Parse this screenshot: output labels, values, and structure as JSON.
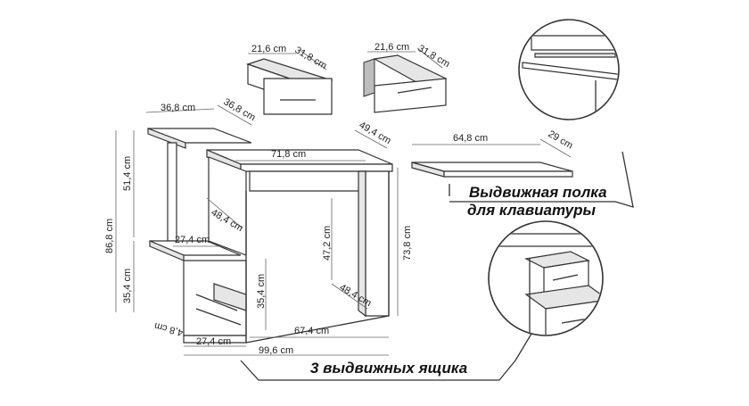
{
  "dimensions": {
    "drawer1_width": "21,6 cm",
    "drawer1_depth": "31,8 cm",
    "drawer2_width": "21,6 cm",
    "drawer2_depth": "31,8 cm",
    "shelf_width": "36,8 cm",
    "shelf_depth": "36,8 cm",
    "upper_height": "51,4 cm",
    "total_height": "86,8 cm",
    "lower_height": "35,4 cm",
    "inner_depth_upper": "48,4 cm",
    "inner_width_upper": "27,4 cm",
    "drawer_height": "35,4 cm",
    "inner_height": "47,2 cm",
    "side_depth": "48,4 cm",
    "top_width": "71,8 cm",
    "top_depth": "49,4 cm",
    "desk_height": "73,8 cm",
    "base_width": "27,4 cm",
    "under_width": "67,4 cm",
    "overall_width": "99,6 cm",
    "panel_thickness": "4,8 cm",
    "keyboard_width": "64,8 cm",
    "keyboard_depth": "29 cm"
  },
  "captions": {
    "keyboard_line1": "Выдвижная полка",
    "keyboard_line2": "для клавиатуры",
    "drawers": "3 выдвижных ящика"
  }
}
